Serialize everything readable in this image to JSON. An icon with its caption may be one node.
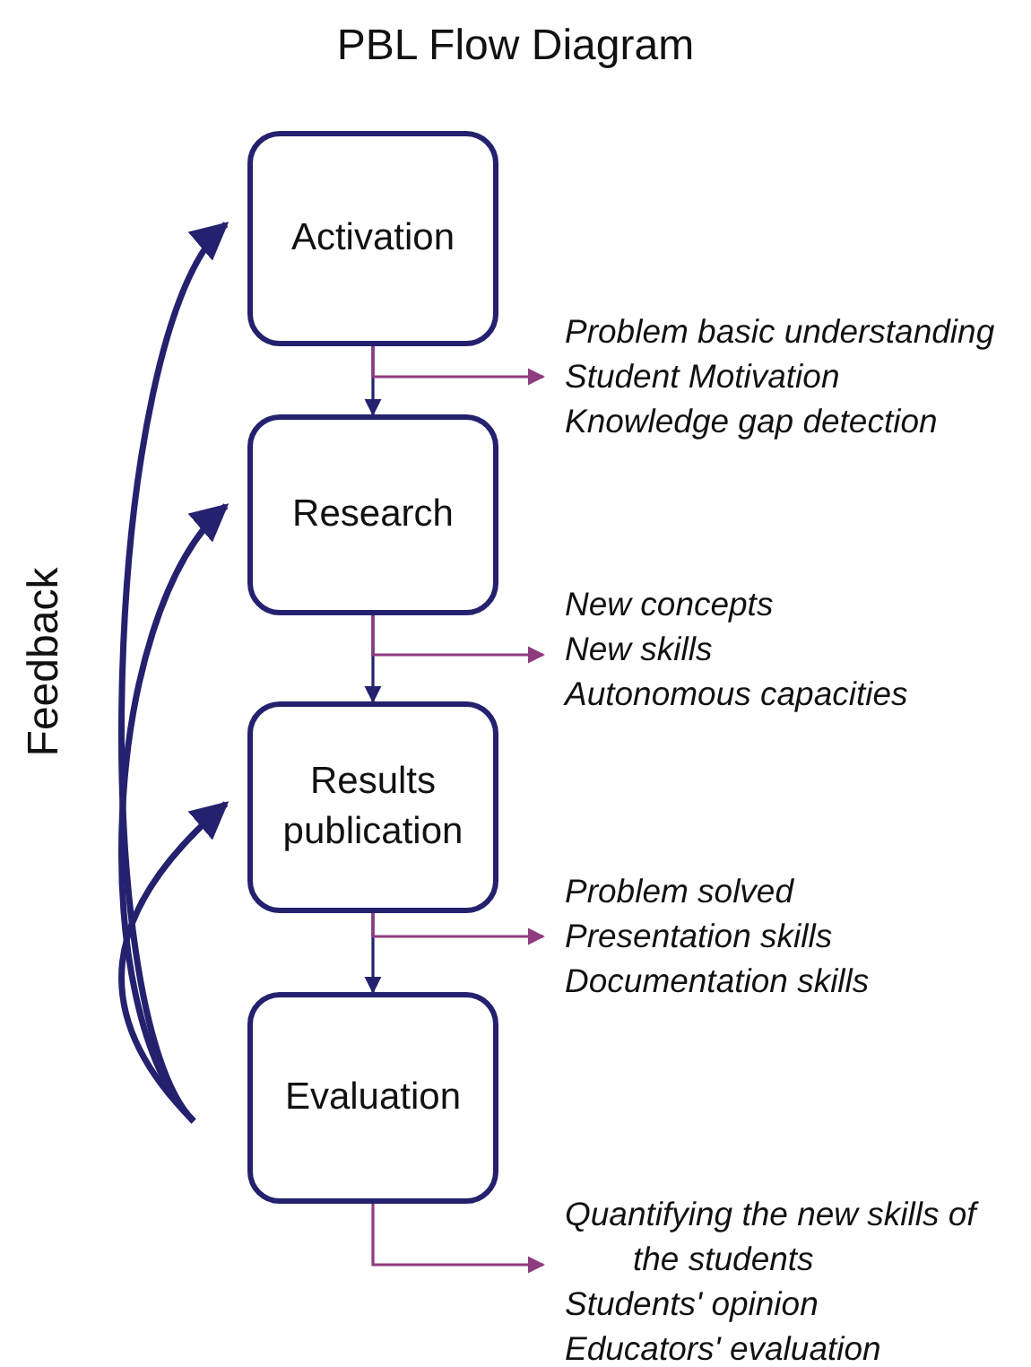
{
  "diagram": {
    "title": "PBL Flow Diagram",
    "nodes": [
      {
        "text": [
          "Activation"
        ]
      },
      {
        "text": [
          "Research"
        ]
      },
      {
        "text": [
          "Results publication"
        ]
      },
      {
        "text": [
          "Evaluation"
        ]
      },
      {
        "text": [
          "Problem basic understanding",
          "Student Motivation",
          "Knowledge gap detection"
        ]
      },
      {
        "text": [
          "New concepts",
          "New skills",
          "Autonomous capacities"
        ]
      },
      {
        "text": [
          "Problem solved",
          "Presentation skills",
          "Documentation skills"
        ]
      },
      {
        "text": [
          "Quantifying the new skills of the students",
          "Students' opinion",
          "Educators' evaluation"
        ]
      }
    ],
    "edges": [
      {
        "from": 0,
        "to": 1,
        "arrow": "to"
      },
      {
        "from": 1,
        "to": 2,
        "arrow": "to"
      },
      {
        "from": 2,
        "to": 3,
        "arrow": "to"
      },
      {
        "from": 0,
        "to": 4,
        "arrow": "to",
        "color": "#8e3b80"
      },
      {
        "from": 1,
        "to": 5,
        "arrow": "to",
        "color": "#8e3b80"
      },
      {
        "from": 2,
        "to": 6,
        "arrow": "to",
        "color": "#8e3b80"
      },
      {
        "from": 3,
        "to": 7,
        "arrow": "to",
        "color": "#8e3b80"
      },
      {
        "from": 3,
        "to": 0,
        "arrow": "to",
        "style": "thick"
      },
      {
        "from": 3,
        "to": 1,
        "arrow": "to",
        "style": "thick"
      },
      {
        "from": 3,
        "to": 2,
        "arrow": "to",
        "style": "thick"
      }
    ],
    "labels": [
      "Feedback"
    ]
  }
}
